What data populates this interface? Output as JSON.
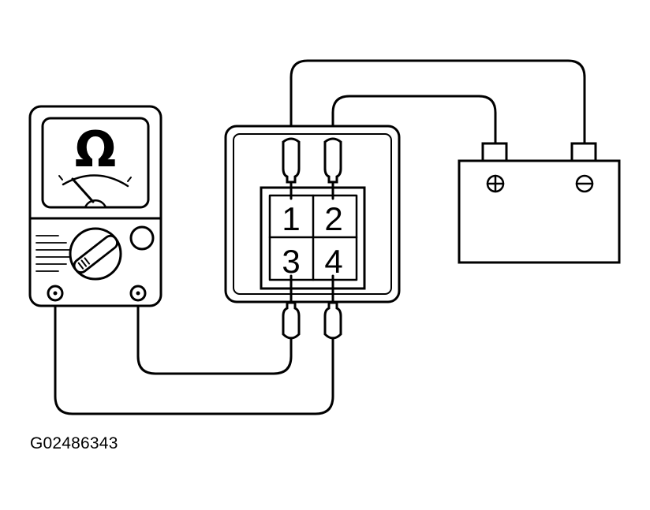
{
  "meter": {
    "unit_symbol": "Ω"
  },
  "connector": {
    "pins": [
      "1",
      "2",
      "3",
      "4"
    ]
  },
  "battery": {
    "positive_symbol": "⊕",
    "negative_symbol": "⊖"
  },
  "figure_id": "G02486343"
}
